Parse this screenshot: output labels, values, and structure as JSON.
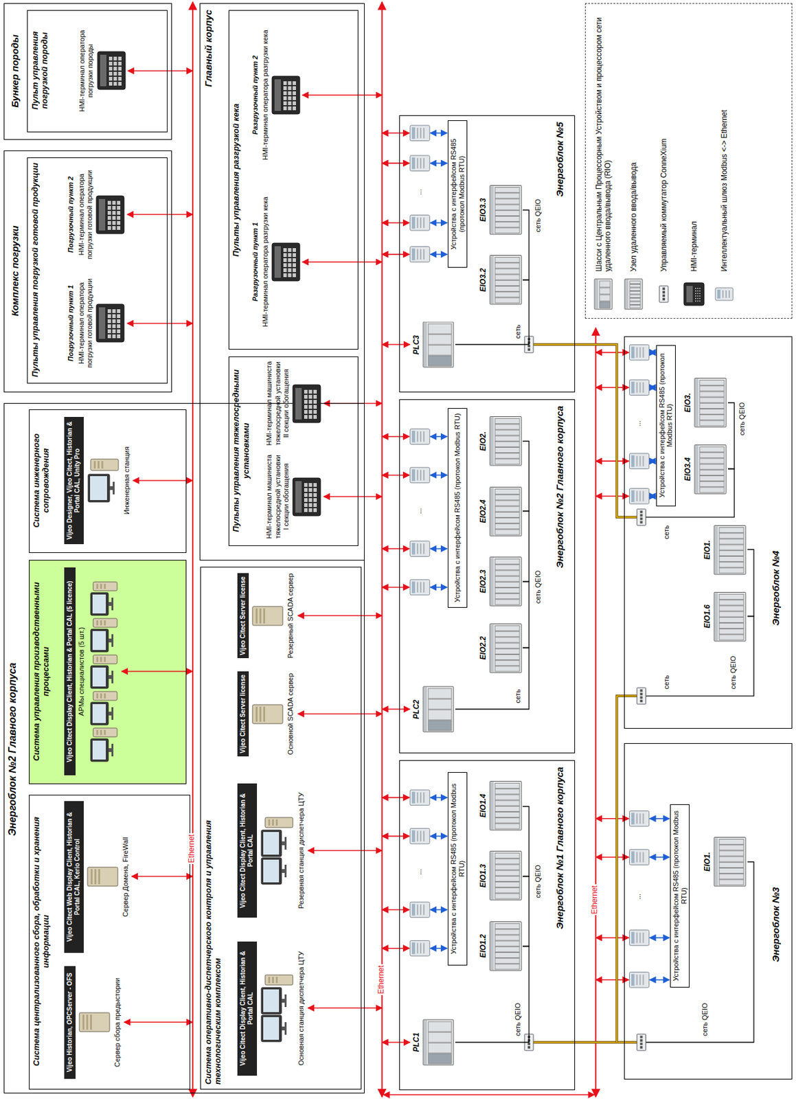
{
  "diagram": {
    "nodes": [
      {
        "text": [
          "Энергоблок №2 Главного корпуса"
        ]
      },
      {
        "text": [
          "Система централизованного сбора, обработки и хранения информации"
        ],
        "in": 0
      },
      {
        "text": [
          "Vijeo Historian, OPCServer - OFS",
          "Сервер сбора предыстории"
        ],
        "in": 1
      },
      {
        "text": [
          "Vijeo Citect Web Display Client, Historian & Portal CAL, Kerio Control",
          "Сервер Домена, FireWall"
        ],
        "in": 1
      },
      {
        "text": [
          "Система управления производственными процессами"
        ],
        "in": 0
      },
      {
        "text": [
          "Vijeo Citect Display Client, Historian & Portal CAL (5 licence)",
          "АРМы специалистов (5 шт.)"
        ],
        "in": 4
      },
      {
        "text": [
          "Система инженерного сопровождения"
        ],
        "in": 0
      },
      {
        "text": [
          "Vijeo Designer, Vijeo Citect, Historian & Portal CAL, Unity Pro",
          "Инженерная станция"
        ],
        "in": 6
      },
      {
        "text": [
          "Система оперативно-диспетчерского контроля и управления технологическим комплексом"
        ],
        "in": 0
      },
      {
        "text": [
          "Vijeo Citect Display Client, Historian & Portal CAL",
          "Основная станция диспетчера ЦТУ"
        ],
        "in": 8
      },
      {
        "text": [
          "Vijeo Citect Display Client, Historian & Portal CAL",
          "Резервная станция диспетчера ЦТУ"
        ],
        "in": 8
      },
      {
        "text": [
          "Vijeo Citect Server license",
          "Основной SCADA сервер"
        ],
        "in": 8
      },
      {
        "text": [
          "Vijeo Citect Server license",
          "Резервный SCADA сервер"
        ],
        "in": 8
      },
      {
        "text": [
          "Комплекс погрузки"
        ]
      },
      {
        "text": [
          "Пульты управления погрузкой готовой продукции"
        ],
        "in": 13
      },
      {
        "text": [
          "Погрузочный пункт 1",
          "HMI-терминал оператора погрузки готовой продукции"
        ],
        "in": 14
      },
      {
        "text": [
          "Погрузочный пункт 2",
          "HMI-терминал оператора погрузки готовой продукции"
        ],
        "in": 14
      },
      {
        "text": [
          "Бункер породы"
        ]
      },
      {
        "text": [
          "Пульт управления погрузкой породы"
        ],
        "in": 17
      },
      {
        "text": [
          "HMI-терминал оператора погрузки породы"
        ],
        "in": 18
      },
      {
        "text": [
          "Главный корпус"
        ]
      },
      {
        "text": [
          "Пульты управления тяжелосредными установками"
        ],
        "in": 20
      },
      {
        "text": [
          "HMI-терминал машиниста тяжелосредной установки I секции обогащения"
        ],
        "in": 21
      },
      {
        "text": [
          "HMI-терминал машиниста тяжелосредной установки II секции обогащения"
        ],
        "in": 21
      },
      {
        "text": [
          "Пульты управления разгрузкой кека"
        ],
        "in": 20
      },
      {
        "text": [
          "Разгрузочный пункт 1",
          "HMI-терминал оператора разгрузки кека"
        ],
        "in": 24
      },
      {
        "text": [
          "Разгрузочный пункт 2",
          "HMI-терминал оператора разгрузки кека"
        ],
        "in": 24
      },
      {
        "text": [
          "Энергоблок №1 Главного корпуса"
        ]
      },
      {
        "text": [
          "PLC1"
        ],
        "in": 27
      },
      {
        "text": [
          "EIO1.2"
        ],
        "in": 27
      },
      {
        "text": [
          "EIO1.3"
        ],
        "in": 27
      },
      {
        "text": [
          "EIO1.4"
        ],
        "in": 27
      },
      {
        "text": [
          "Устройства с интерфейсом RS485 (протокол Modbus RTU)"
        ],
        "in": 27
      },
      {
        "text": [
          "Энергоблок №2 Главного корпуса"
        ]
      },
      {
        "text": [
          "PLC2"
        ],
        "in": 33
      },
      {
        "text": [
          "EIO2.2"
        ],
        "in": 33
      },
      {
        "text": [
          "EIO2.3"
        ],
        "in": 33
      },
      {
        "text": [
          "EIO2.4"
        ],
        "in": 33
      },
      {
        "text": [
          "EIO2."
        ],
        "in": 33
      },
      {
        "text": [
          "Устройства с интерфейсом RS485 (протокол Modbus RTU)"
        ],
        "in": 33
      },
      {
        "text": [
          "Энергоблок №5"
        ]
      },
      {
        "text": [
          "PLC3"
        ],
        "in": 40
      },
      {
        "text": [
          "EIO3.2"
        ],
        "in": 40
      },
      {
        "text": [
          "EIO3.3"
        ],
        "in": 40
      },
      {
        "text": [
          "Устройства с интерфейсом RS485 (протокол Modbus RTU)"
        ],
        "in": 40
      },
      {
        "text": [
          "Энергоблок №3"
        ]
      },
      {
        "text": [
          "EIO1."
        ],
        "in": 45
      },
      {
        "text": [
          "Устройства с интерфейсом RS485 (протокол Modbus RTU)"
        ],
        "in": 45
      },
      {
        "text": [
          "Энергоблок №4"
        ]
      },
      {
        "text": [
          "EIO1.6"
        ],
        "in": 48
      },
      {
        "text": [
          "EIO1."
        ],
        "in": 48
      },
      {
        "text": [
          "EIO3.4"
        ],
        "in": 48
      },
      {
        "text": [
          "EIO3."
        ],
        "in": 48
      },
      {
        "text": [
          "Устройства с интерфейсом RS485 (протокол Modbus RTU)"
        ],
        "in": 48
      }
    ],
    "edges": [
      {
        "from": 28,
        "to": 29,
        "arrow": "none"
      },
      {
        "from": 29,
        "to": 30,
        "arrow": "none"
      },
      {
        "from": 30,
        "to": 31,
        "arrow": "none"
      },
      {
        "from": 34,
        "to": 35,
        "arrow": "none"
      },
      {
        "from": 35,
        "to": 36,
        "arrow": "none"
      },
      {
        "from": 36,
        "to": 37,
        "arrow": "none"
      },
      {
        "from": 37,
        "to": 38,
        "arrow": "none"
      },
      {
        "from": 41,
        "to": 42,
        "arrow": "none"
      },
      {
        "from": 42,
        "to": 43,
        "arrow": "none"
      },
      {
        "from": 49,
        "to": 50,
        "arrow": "none"
      },
      {
        "from": 51,
        "to": 52,
        "arrow": "none"
      }
    ],
    "labels": [
      "Ethernet",
      "Ethernet",
      "Ethernet",
      "сеть QEIO",
      "сеть QEIO",
      "...",
      "сеть",
      "сеть QEIO",
      "...",
      "сеть",
      "сеть QEIO",
      "...",
      "сеть QEIO",
      "...",
      "сеть",
      "сеть QEIO",
      "сеть",
      "сеть QEIO",
      "..."
    ],
    "legend": [
      {
        "text": "Шасси с Центральным Процессорным Устройством и процессором сети удаленного ввода/вывода (RIO)"
      },
      {
        "text": "Узел удаленного ввода/вывода"
      },
      {
        "text": "Управляемый коммутатор ConneXium"
      },
      {
        "text": "HMI-терминал"
      },
      {
        "text": "Интеллектуальный шлюз Modbus <-> Ethernet"
      }
    ]
  }
}
